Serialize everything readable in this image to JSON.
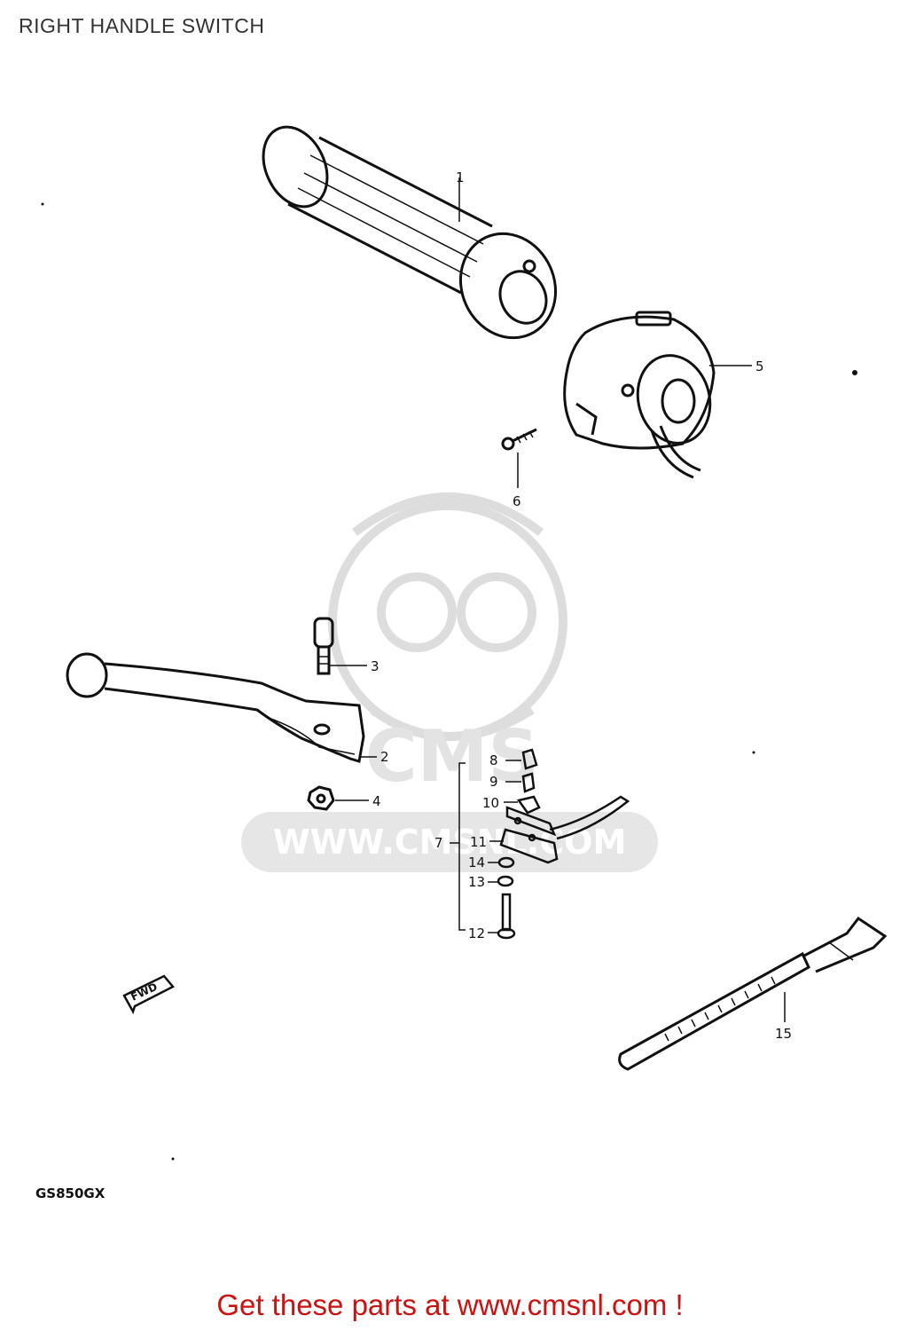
{
  "header": {
    "title": "RIGHT HANDLE SWITCH"
  },
  "diagram": {
    "callouts": {
      "grip": "1",
      "lever": "2",
      "lever_bolt": "3",
      "lever_nut": "4",
      "switch_housing": "5",
      "housing_screw": "6",
      "stop_switch_assy": "7",
      "part_8": "8",
      "part_9": "9",
      "part_10": "10",
      "part_11": "11",
      "part_12": "12",
      "part_13": "13",
      "part_14": "14",
      "band": "15"
    },
    "fwd_label": "FWD",
    "model_code": "GS850GX",
    "watermark_text": "CMS",
    "watermark_url": "WWW.CMSNL.COM"
  },
  "footer": {
    "cta": "Get these parts at www.cmsnl.com !"
  },
  "colors": {
    "ink": "#111111",
    "cta": "#cc1111",
    "watermark": "#d9d9d9"
  }
}
